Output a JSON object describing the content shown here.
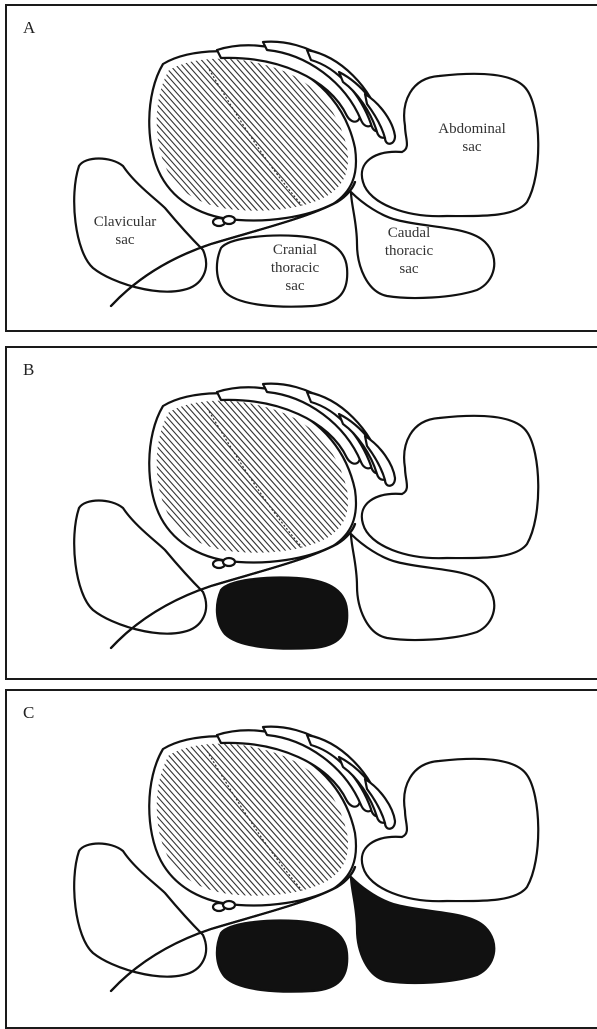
{
  "panels": [
    {
      "letter": "A",
      "labels": {
        "abdominal": [
          "Abdominal",
          "sac"
        ],
        "clavicular": [
          "Clavicular",
          "sac"
        ],
        "cranial": [
          "Cranial",
          "thoracic",
          "sac"
        ],
        "caudal": [
          "Caudal",
          "thoracic",
          "sac"
        ]
      },
      "filled_sacs": []
    },
    {
      "letter": "B",
      "filled_sacs": [
        "cranial-thoracic"
      ]
    },
    {
      "letter": "C",
      "filled_sacs": [
        "cranial-thoracic",
        "caudal-thoracic"
      ]
    }
  ],
  "colors": {
    "ink": "#111111",
    "paper": "#ffffff"
  }
}
